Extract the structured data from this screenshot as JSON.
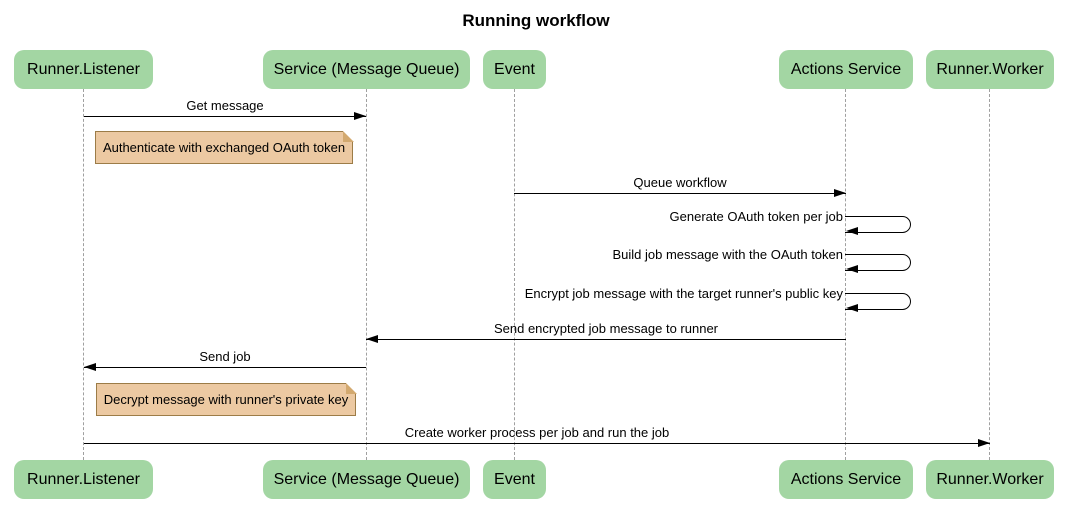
{
  "title": "Running workflow",
  "participants": [
    {
      "id": "runner-listener",
      "label": "Runner.Listener"
    },
    {
      "id": "service-message-queue",
      "label": "Service (Message Queue)"
    },
    {
      "id": "event",
      "label": "Event"
    },
    {
      "id": "actions-service",
      "label": "Actions Service"
    },
    {
      "id": "runner-worker",
      "label": "Runner.Worker"
    }
  ],
  "messages": [
    {
      "text": "Get message",
      "from": "Runner.Listener",
      "to": "Service (Message Queue)",
      "direction": "right"
    },
    {
      "text": "Queue workflow",
      "from": "Event",
      "to": "Actions Service",
      "direction": "right"
    },
    {
      "text": "Generate OAuth token per job",
      "from": "Actions Service",
      "to": "Actions Service",
      "direction": "self"
    },
    {
      "text": "Build job message with the OAuth token",
      "from": "Actions Service",
      "to": "Actions Service",
      "direction": "self"
    },
    {
      "text": "Encrypt job message with the target runner's public key",
      "from": "Actions Service",
      "to": "Actions Service",
      "direction": "self"
    },
    {
      "text": "Send encrypted job message to runner",
      "from": "Actions Service",
      "to": "Service (Message Queue)",
      "direction": "left"
    },
    {
      "text": "Send job",
      "from": "Service (Message Queue)",
      "to": "Runner.Listener",
      "direction": "left"
    },
    {
      "text": "Create worker process per job and run the job",
      "from": "Runner.Listener",
      "to": "Runner.Worker",
      "direction": "right"
    }
  ],
  "notes": [
    {
      "text": "Authenticate with exchanged OAuth token",
      "position": "right of Runner.Listener"
    },
    {
      "text": "Decrypt message with runner's private key",
      "position": "right of Runner.Listener"
    }
  ],
  "colors": {
    "participant_fill": "#a3d6a3",
    "note_fill": "#ecc9a2",
    "note_border": "#9c7c47",
    "lifeline": "#a0a0a0",
    "message_line": "#000000",
    "background": "#ffffff"
  }
}
